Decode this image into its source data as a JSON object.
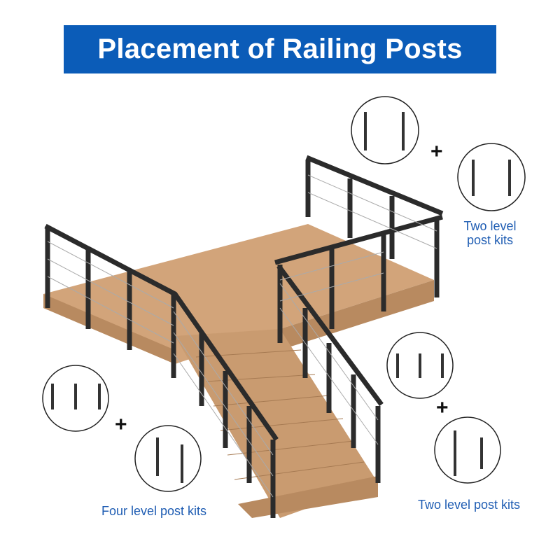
{
  "title": "Placement of Railing Posts",
  "labels": {
    "top_right": "Two level post kits",
    "bottom_left": "Four level post kits",
    "bottom_right": "Two level post kits"
  },
  "plus": "+",
  "colors": {
    "banner": "#0b5cb8",
    "label": "#1f5db3",
    "wood": "#c89a6e",
    "post": "#2b2b2b"
  }
}
